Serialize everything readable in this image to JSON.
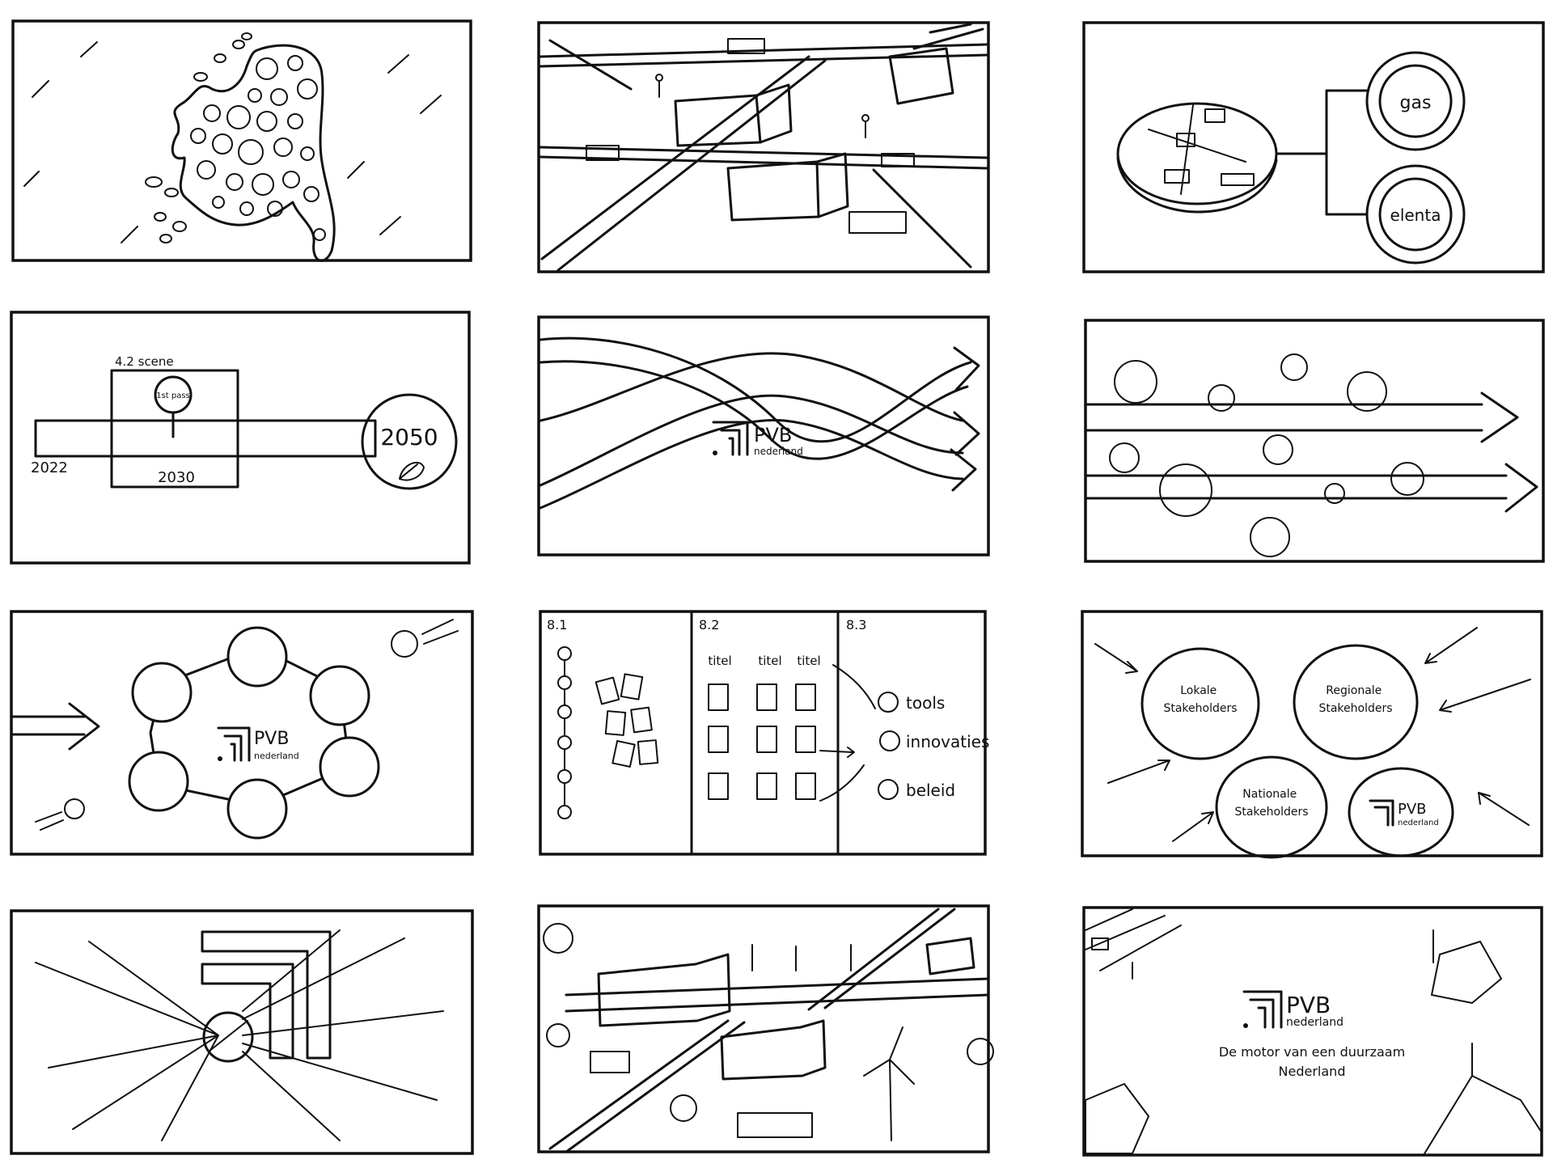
{
  "frames": {
    "f3": {
      "label_gas": "gas",
      "label_elec": "elenta"
    },
    "f4": {
      "scene_label": "4.2 scene",
      "year_start": "2022",
      "year_mid": "2030",
      "year_end": "2050",
      "first_pass": "1st pass"
    },
    "f5": {
      "logo_main": "PVB",
      "logo_sub": "nederland"
    },
    "f7": {
      "logo_main": "PVB",
      "logo_sub": "nederland"
    },
    "f8": {
      "sec1": "8.1",
      "sec2": "8.2",
      "sec3": "8.3",
      "titles": [
        "titel",
        "titel",
        "titel"
      ],
      "items": [
        "tools",
        "innovaties",
        "beleid"
      ]
    },
    "f9": {
      "bubble1": "Lokale\nStakeholders",
      "bubble2": "Regionale\nStakeholders",
      "bubble3": "Nationale\nStakeholders",
      "logo_main": "PVB",
      "logo_sub": "nederland"
    },
    "f12": {
      "logo_main": "PVB",
      "logo_sub": "nederland",
      "tagline1": "De motor van een duurzaam",
      "tagline2": "Nederland"
    }
  },
  "colors": {
    "ink": "#111111",
    "paper": "#ffffff"
  }
}
